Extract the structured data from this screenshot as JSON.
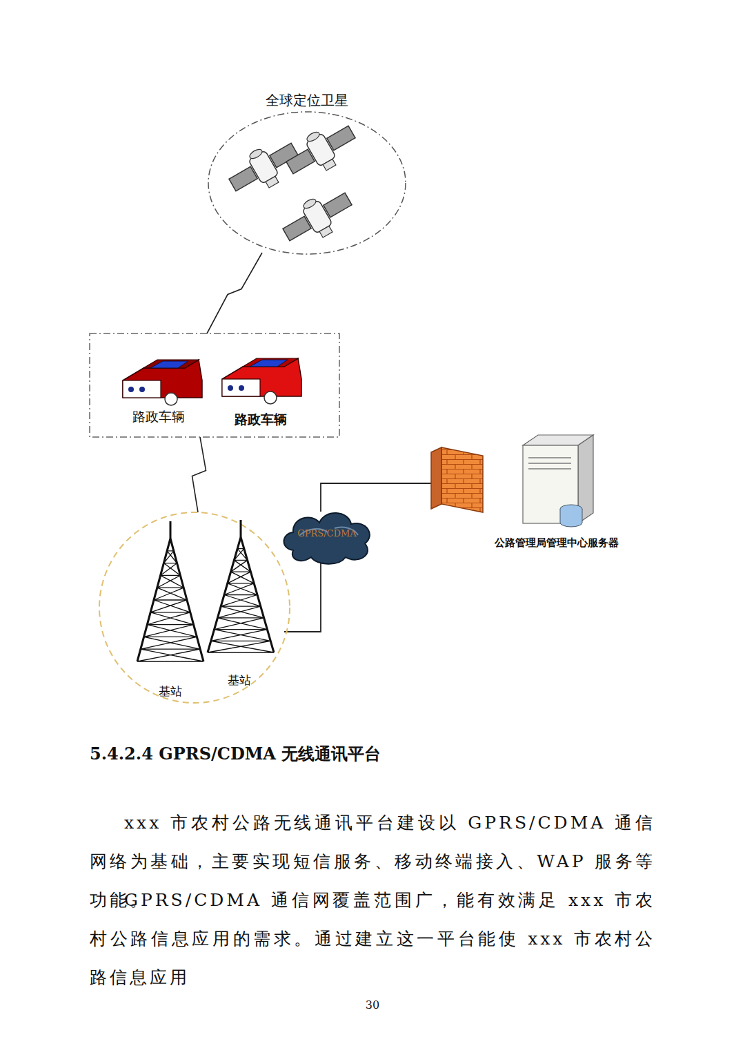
{
  "diagram": {
    "title": "5.4.2.4 GPRS/CDMA 无线通讯平台",
    "nodes": [
      {
        "text": [
          "全球定位卫星"
        ]
      },
      {
        "text": [
          "路政车辆",
          "路政车辆"
        ]
      },
      {
        "text": [
          "基站",
          "基站"
        ]
      },
      {
        "text": [
          "GPRS/CDMA"
        ]
      },
      {
        "text": [
          "公路管理局管理中心服务器"
        ]
      }
    ],
    "edges": [
      {
        "from": 0,
        "to": 1,
        "arrow": "none"
      },
      {
        "from": 1,
        "to": 2,
        "arrow": "none"
      },
      {
        "from": 2,
        "to": 3,
        "arrow": "none"
      },
      {
        "from": 3,
        "to": 4,
        "arrow": "none"
      }
    ],
    "labels": [
      "xxx 市农村公路无线通讯平台建设以 GPRS/CDMA 通信网络为基础，主要实现短信服务、移动终端接入、WAP 服务等功能。",
      "GPRS/CDMA 通信网覆盖范围广，能有效满足 xxx 市农村公路信息应用的需求。通过建立这一平台能使 xxx 市农村公路信息应用",
      "30"
    ]
  }
}
